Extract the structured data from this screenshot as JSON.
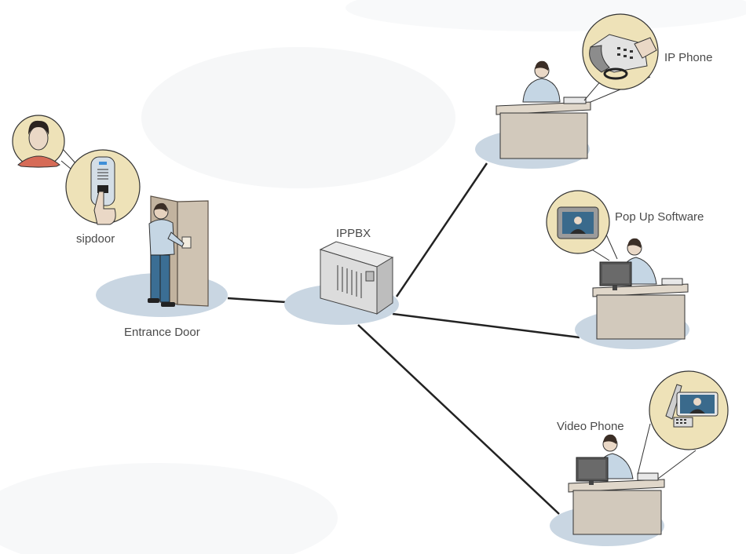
{
  "labels": {
    "ip_phone": "IP Phone",
    "pop_up_software": "Pop Up Software",
    "ippbx": "IPPBX",
    "sipdoor": "sipdoor",
    "entrance_door": "Entrance Door",
    "video_phone": "Video Phone"
  },
  "colors": {
    "floor_shadow": "#c9d6e2",
    "desk": "#d2c9bc",
    "desk_stroke": "#6b6259",
    "skin": "#ead8c6",
    "shirt": "#c5d6e4",
    "hair": "#3b2e26",
    "pants": "#3b6e94",
    "door": "#c9bcab",
    "zoom_bubble": "#eee2b8",
    "line": "#222222",
    "server": "#dcdcdc",
    "monitor": "#555555",
    "label_text": "#4a4a4a"
  }
}
